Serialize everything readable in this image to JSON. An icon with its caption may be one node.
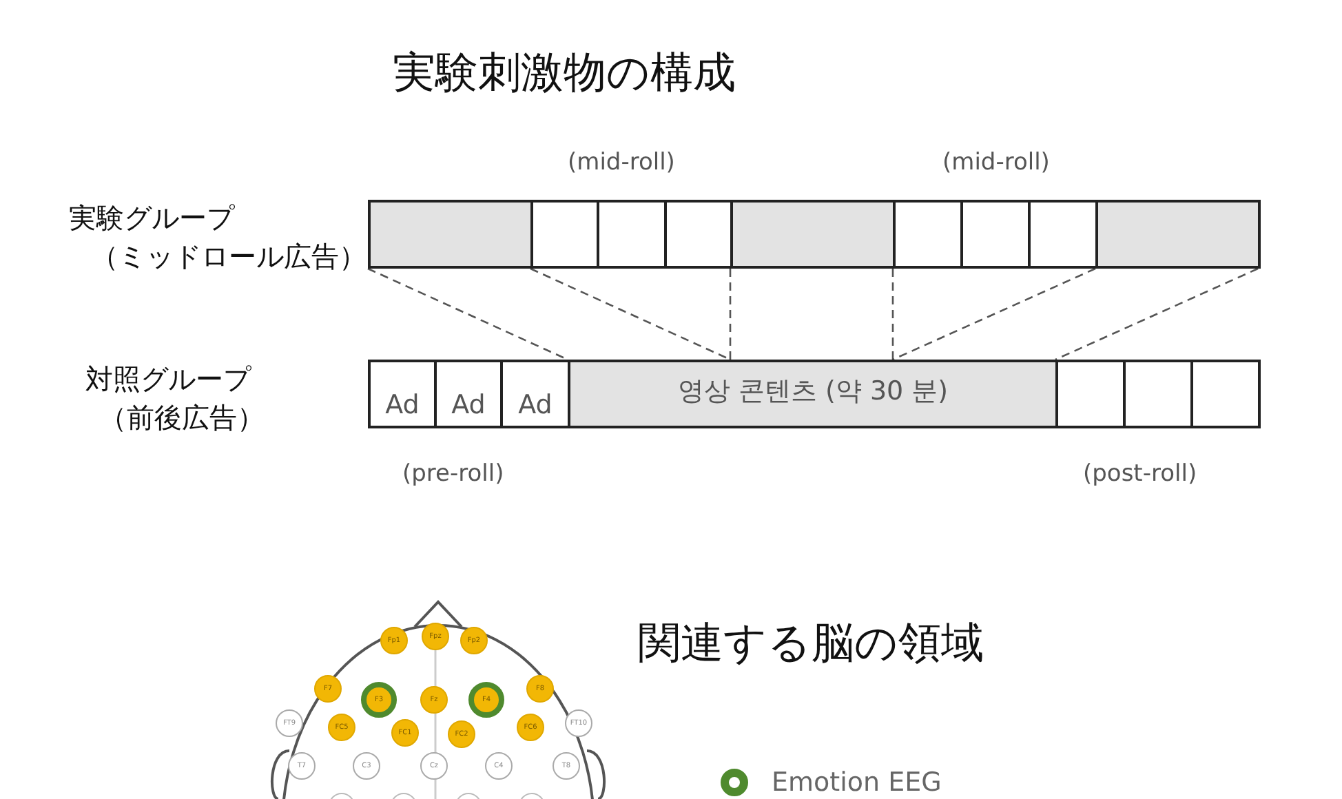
{
  "diagram": {
    "title": "実験刺激物の構成",
    "nodes": [
      {
        "text": [],
        "shape": "box"
      },
      {
        "text": [],
        "shape": "box"
      },
      {
        "text": [],
        "shape": "box"
      },
      {
        "text": [],
        "shape": "box"
      },
      {
        "text": [],
        "shape": "box"
      },
      {
        "text": [],
        "shape": "box"
      },
      {
        "text": [],
        "shape": "box"
      },
      {
        "text": [],
        "shape": "box"
      },
      {
        "text": [],
        "shape": "box"
      },
      {
        "text": [
          "Ad"
        ]
      },
      {
        "text": [
          "Ad"
        ]
      },
      {
        "text": [
          "Ad"
        ]
      },
      {
        "text": [
          "영상 콘텐츠 (약 30 분)"
        ]
      },
      {
        "text": [],
        "shape": "box"
      },
      {
        "text": [],
        "shape": "box"
      },
      {
        "text": [],
        "shape": "box"
      },
      {
        "text": [
          "Fp1"
        ]
      },
      {
        "text": [
          "Fpz"
        ]
      },
      {
        "text": [
          "Fp2"
        ]
      },
      {
        "text": [
          "F7"
        ]
      },
      {
        "text": [
          "F3"
        ]
      },
      {
        "text": [
          "Fz"
        ]
      },
      {
        "text": [
          "F4"
        ]
      },
      {
        "text": [
          "F8"
        ]
      },
      {
        "text": [
          "FT9"
        ]
      },
      {
        "text": [
          "FC5"
        ]
      },
      {
        "text": [
          "FC1"
        ]
      },
      {
        "text": [
          "FC2"
        ]
      },
      {
        "text": [
          "FC6"
        ]
      },
      {
        "text": [
          "FT10"
        ]
      },
      {
        "text": [
          "T7"
        ]
      },
      {
        "text": [
          "C3"
        ]
      },
      {
        "text": [
          "Cz"
        ]
      },
      {
        "text": [
          "C4"
        ]
      },
      {
        "text": [
          "T8"
        ]
      }
    ],
    "edges": [
      {
        "from": 0,
        "to": 12,
        "arrow": "none",
        "style": "dashed"
      },
      {
        "from": 0,
        "to": 12,
        "arrow": "none",
        "style": "dashed"
      },
      {
        "from": 4,
        "to": 12,
        "arrow": "none",
        "style": "dashed"
      },
      {
        "from": 4,
        "to": 12,
        "arrow": "none",
        "style": "dashed"
      },
      {
        "from": 8,
        "to": 12,
        "arrow": "none",
        "style": "dashed"
      },
      {
        "from": 8,
        "to": 12,
        "arrow": "none",
        "style": "dashed"
      }
    ],
    "labels": [
      "(mid-roll)",
      "(mid-roll)",
      "実験グループ",
      "（ミッドロール広告）",
      "対照グループ",
      "（前後広告）",
      "(pre-roll)",
      "(post-roll)",
      "関連する脳の領域"
    ],
    "legend": [
      {
        "text": "Emotion EEG",
        "color": "#4f8a2e"
      }
    ]
  }
}
